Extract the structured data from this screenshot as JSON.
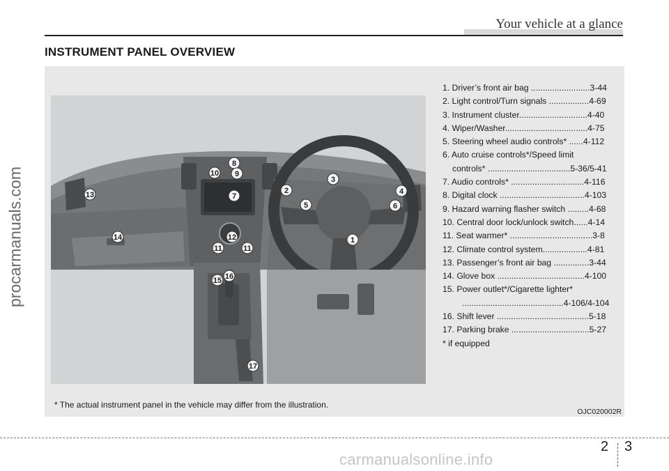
{
  "header": {
    "title": "Your vehicle at a glance"
  },
  "section_title": "INSTRUMENT PANEL OVERVIEW",
  "legend": [
    "1. Driver’s front air bag .........................3-44",
    "2. Light control/Turn signals .................4-69",
    "3. Instrument cluster.............................4-40",
    "4. Wiper/Washer...................................4-75",
    "5. Steering wheel audio controls* ......4-112",
    "6. Auto cruise controls*/Speed limit",
    "controls* ...................................5-36/5-41",
    "7. Audio controls* ...............................4-116",
    "8. Digital clock ....................................4-103",
    "9. Hazard warning flasher switch .........4-68",
    "10. Central door lock/unlock switch......4-14",
    "11. Seat warmer* ...................................3-8",
    "12. Climate control system...................4-81",
    "13. Passenger’s front air bag ...............3-44",
    "14. Glove box .....................................4-100",
    "15. Power outlet*/Cigarette lighter*",
    "...........................................4-106/4-104",
    "16. Shift lever .......................................5-18",
    "17. Parking brake .................................5-27",
    "* if equipped"
  ],
  "callouts": [
    "1",
    "2",
    "3",
    "4",
    "5",
    "6",
    "7",
    "8",
    "9",
    "10",
    "11",
    "11",
    "12",
    "13",
    "14",
    "15",
    "16",
    "17"
  ],
  "footnote": "* The actual instrument panel in the vehicle may differ from the illustration.",
  "image_code": "OJC020002R",
  "watermark_side": "procarmanuals.com",
  "watermark_bottom": "carmanualsonline.info",
  "page_numbers": {
    "left": "2",
    "right": "3"
  }
}
